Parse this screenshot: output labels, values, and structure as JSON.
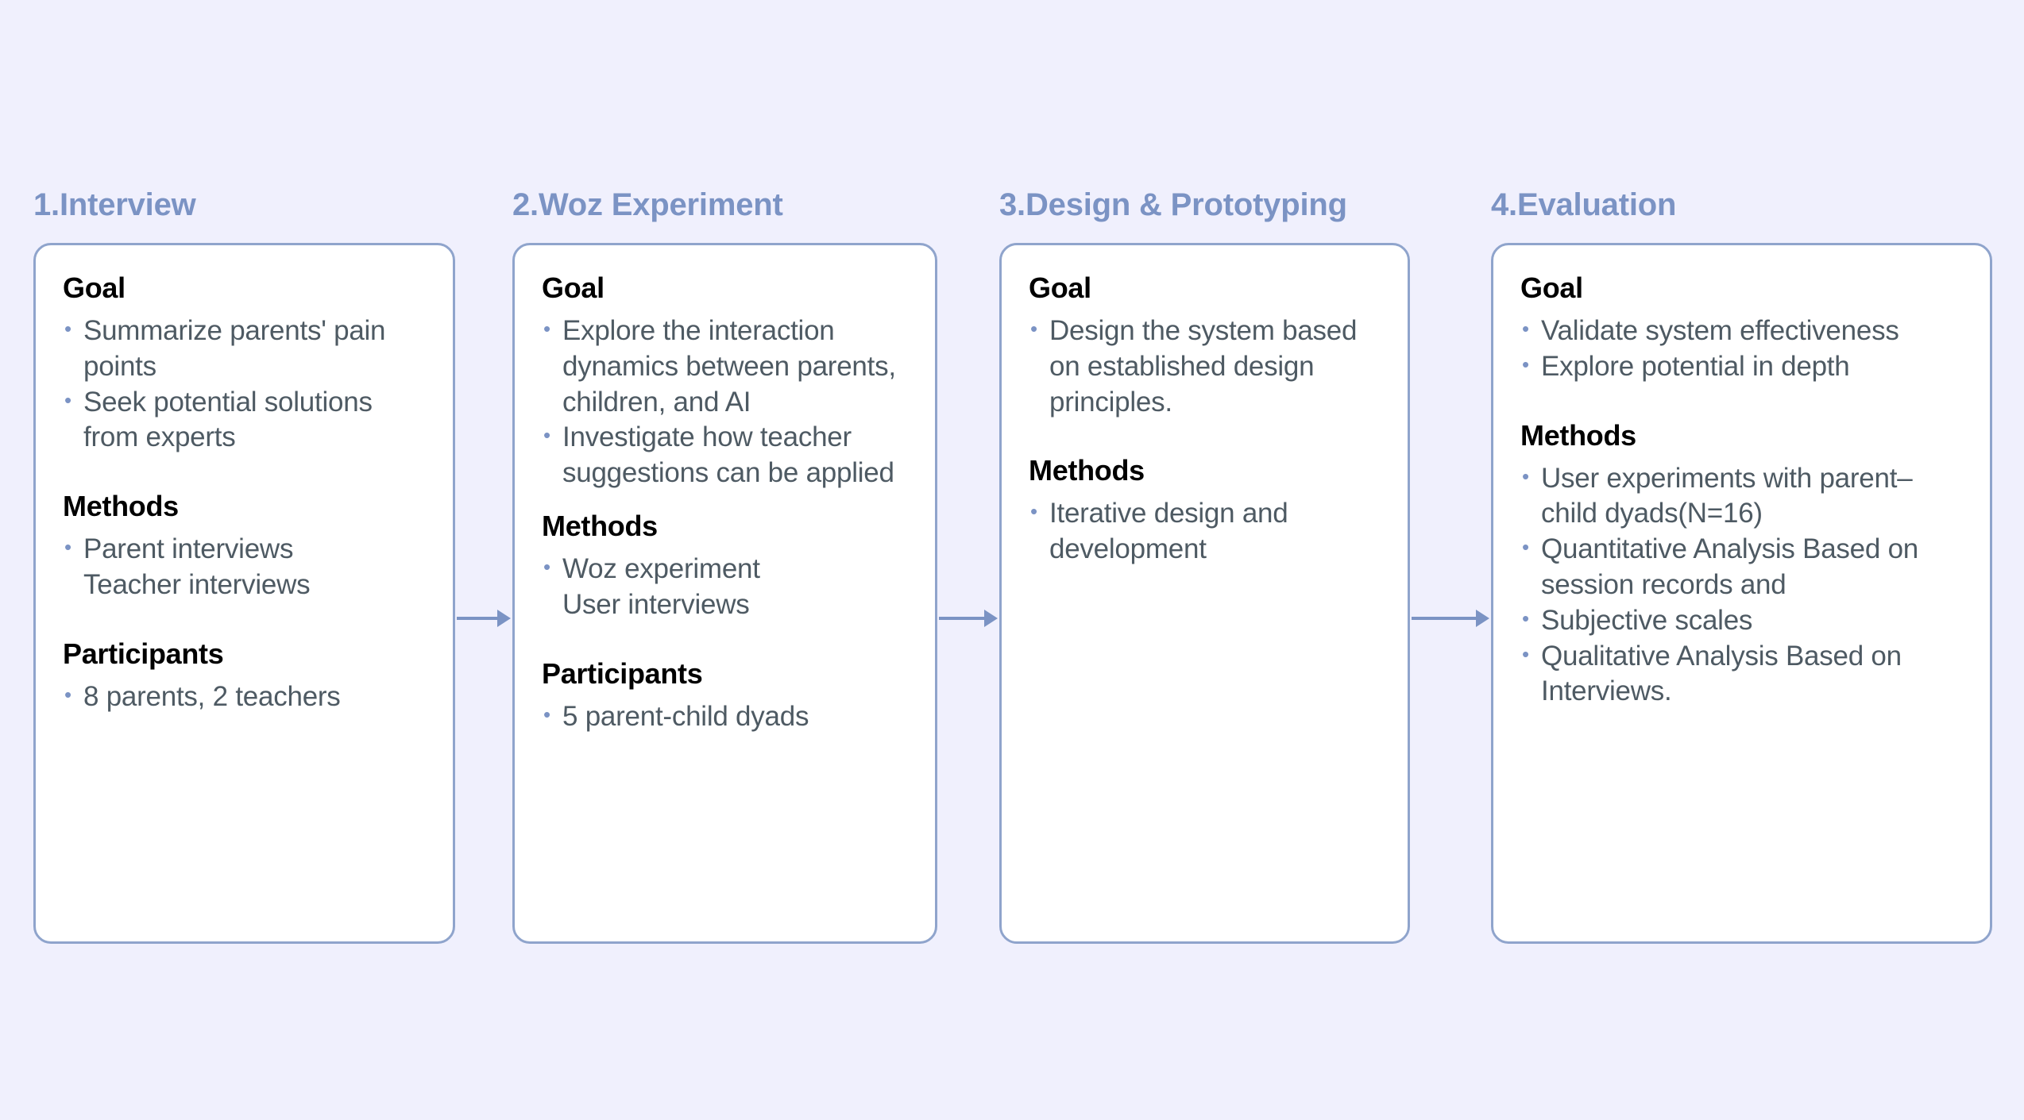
{
  "canvas": {
    "background_color": "#F0F0FD",
    "title_color": "#7B93C4",
    "card_border_color": "#8FA4CC",
    "card_background_color": "#FFFFFF",
    "body_text_color": "#4E5A63",
    "heading_text_color": "#000000",
    "bullet_color": "#7B93C4",
    "arrow_color": "#7B93C4"
  },
  "diagram": {
    "type": "process-flow",
    "orientation": "left-to-right",
    "stage_count": 4,
    "connector_count": 3
  },
  "stages": [
    {
      "title": "1.Interview",
      "sections": [
        {
          "heading": "Goal",
          "items": [
            {
              "text": "Summarize parents' pain points"
            },
            {
              "text": "Seek potential solutions from experts"
            }
          ]
        },
        {
          "heading": "Methods",
          "items": [
            {
              "text": "Parent interviews",
              "cont": "Teacher interviews"
            }
          ]
        },
        {
          "heading": "Participants",
          "items": [
            {
              "text": "8 parents, 2 teachers"
            }
          ]
        }
      ]
    },
    {
      "title": "2.Woz Experiment",
      "sections": [
        {
          "heading": "Goal",
          "items": [
            {
              "text": "Explore the interaction dynamics between parents, children, and AI"
            },
            {
              "text": "Investigate how teacher suggestions can be applied"
            }
          ]
        },
        {
          "heading": "Methods",
          "items": [
            {
              "text": "Woz experiment",
              "cont": "User interviews"
            }
          ]
        },
        {
          "heading": "Participants",
          "items": [
            {
              "text": "5 parent-child dyads"
            }
          ]
        }
      ]
    },
    {
      "title": "3.Design & Prototyping",
      "sections": [
        {
          "heading": "Goal",
          "items": [
            {
              "text": "Design the system based on established design principles."
            }
          ]
        },
        {
          "heading": "Methods",
          "items": [
            {
              "text": "Iterative design and development"
            }
          ]
        }
      ]
    },
    {
      "title": "4.Evaluation",
      "sections": [
        {
          "heading": "Goal",
          "items": [
            {
              "text": "Validate system effectiveness"
            },
            {
              "text": "Explore potential in depth"
            }
          ]
        },
        {
          "heading": "Methods",
          "items": [
            {
              "text": "User experiments with parent–child dyads(N=16)"
            },
            {
              "text": "Quantitative Analysis Based on session records and"
            },
            {
              "text": "Subjective scales"
            },
            {
              "text": "Qualitative Analysis Based on Interviews."
            }
          ]
        }
      ]
    }
  ]
}
